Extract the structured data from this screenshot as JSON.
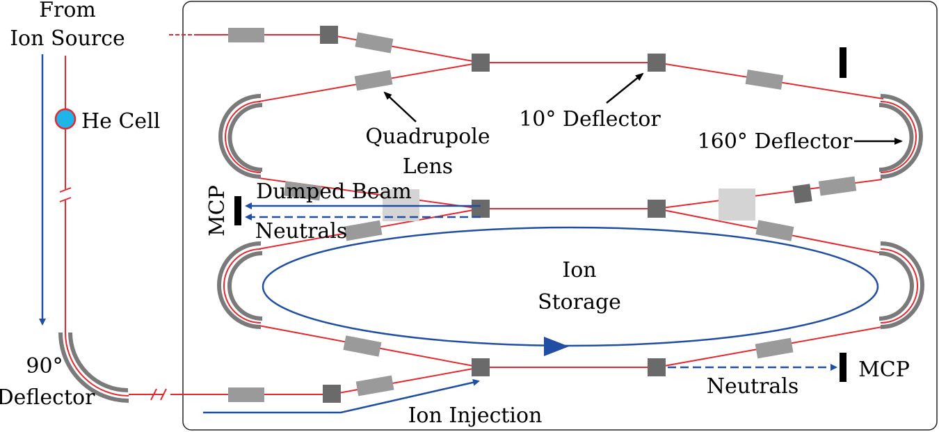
{
  "labels": {
    "from": "From",
    "ion_source": "Ion Source",
    "he_cell": "He Cell",
    "deflector_90_top": "90°",
    "deflector_90_bottom": "Deflector",
    "quadrupole_1": "Quadrupole",
    "quadrupole_2": "Lens",
    "deflector_10": "10° Deflector",
    "deflector_160": "160° Deflector",
    "mcp_left": "MCP",
    "dumped_beam": "Dumped Beam",
    "neutrals_left": "Neutrals",
    "ion_storage_1": "Ion",
    "ion_storage_2": "Storage",
    "neutrals_right": "Neutrals",
    "mcp_right": "MCP",
    "ion_injection": "Ion Injection"
  },
  "colors": {
    "beam_line": "#e8262e",
    "blue_arrow": "#1f4ea3",
    "he_cell_fill": "#1eb6e8",
    "deflector_gray": "#7a7a7a",
    "quadrupole_gray": "#9a9a9a",
    "small_deflector": "#6a6a6a",
    "light_block": "#d4d4d4",
    "detector": "#000000"
  }
}
